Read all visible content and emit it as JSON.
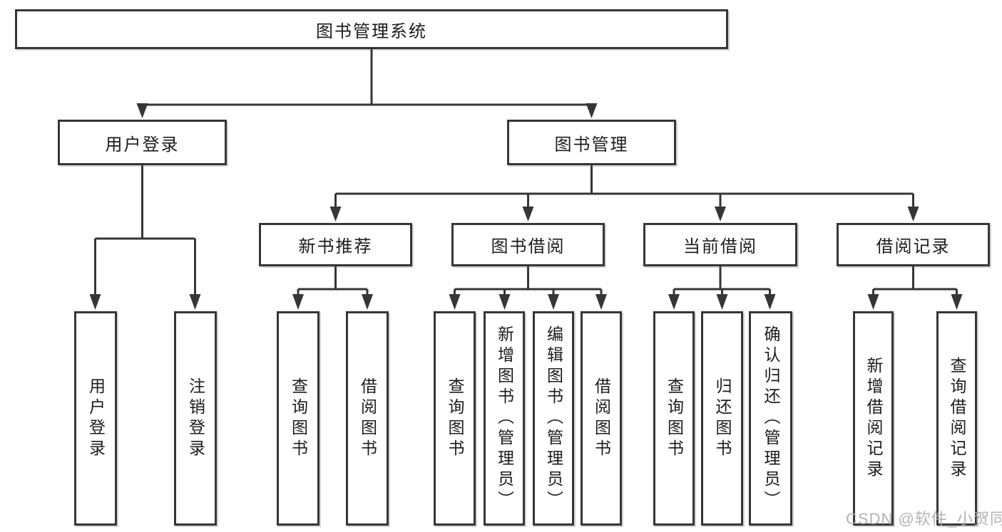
{
  "diagram": {
    "root_label": "图书管理系统",
    "level2": {
      "user_login": "用户登录",
      "book_mgmt": "图书管理"
    },
    "level3": {
      "new_book": "新书推荐",
      "borrow": "图书借阅",
      "current": "当前借阅",
      "records": "借阅记录"
    },
    "leaves": {
      "user_login": [
        "用户登录",
        "注销登录"
      ],
      "new_book": [
        "查询图书",
        "借阅图书"
      ],
      "borrow": [
        "查询图书",
        "新增图书（管理员）",
        "编辑图书（管理员）",
        "借阅图书"
      ],
      "current": [
        "查询图书",
        "归还图书",
        "确认归还（管理员）"
      ],
      "records": [
        "新增借阅记录",
        "查询借阅记录"
      ]
    },
    "watermark": "CSDN @软件_小贺同学",
    "colors": {
      "line": "#363636",
      "text": "#1c1c1c",
      "watermark": "#ababab",
      "background": "#ffffff"
    }
  }
}
